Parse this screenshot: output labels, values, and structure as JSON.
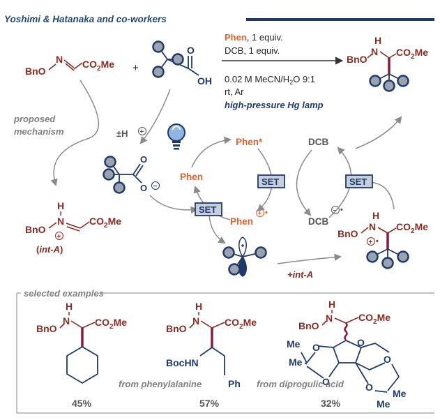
{
  "header": {
    "authors": "Yoshimi & Hatanaka and co-workers"
  },
  "colors": {
    "navy": "#1f3a68",
    "brown": "#8a2b22",
    "orange": "#e0622a",
    "gray_text": "#808080",
    "bond": "#8a1a3a",
    "atom_fill": "#9aa3b2",
    "set_box": "#c7cfdc"
  },
  "reaction": {
    "plus": "+",
    "reactant1": {
      "left": "BnO",
      "n": "N",
      "right": "CO",
      "sub": "2",
      "tail": "Me"
    },
    "reactant2": {
      "o": "O",
      "oh": "OH"
    },
    "conditions": {
      "reagent1_name": "Phen",
      "reagent1_rest": ", 1 equiv.",
      "reagent2": "DCB, 1 equiv.",
      "solvent_pre": "0.02 M MeCN/H",
      "solvent_sub": "2",
      "solvent_post": "O 9:1",
      "temp": "rt, Ar",
      "lamp": "high-pressure Hg lamp"
    },
    "product": {
      "h": "H",
      "n": "N",
      "bno": "BnO",
      "co2": "CO",
      "sub": "2",
      "me": "Me"
    }
  },
  "mechanism": {
    "label_line1": "proposed",
    "label_line2": "mechanism",
    "protonation": "±H",
    "plus_sym": "+",
    "minus_sym": "−",
    "dot": "•",
    "carboxylate_o": "O",
    "phen": "Phen",
    "phen_star": "Phen*",
    "phen_radical": "Phen",
    "dcb": "DCB",
    "dcb_radical": "DCB",
    "set_label": "SET",
    "int_a": {
      "h": "H",
      "n": "N",
      "bno": "BnO",
      "co2": "CO",
      "sub": "2",
      "me": "Me",
      "label": "int-A"
    },
    "addition": "+int-A",
    "radical_intermediate": {
      "h": "H",
      "n": "N",
      "bno": "BnO",
      "co2": "CO",
      "sub": "2",
      "me": "Me"
    }
  },
  "examples": {
    "title": "selected examples",
    "items": [
      {
        "h": "H",
        "n": "N",
        "bno": "BnO",
        "co2": "CO",
        "sub": "2",
        "me": "Me",
        "yield": "45%"
      },
      {
        "h": "H",
        "n": "N",
        "bno": "BnO",
        "co2": "CO",
        "sub": "2",
        "me": "Me",
        "boc": "BocHN",
        "ph": "Ph",
        "source": "from phenylalanine",
        "yield": "57%"
      },
      {
        "h": "H",
        "n": "N",
        "bno": "BnO",
        "co2": "CO",
        "sub": "2",
        "me": "Me",
        "o": "O",
        "me1": "Me",
        "me2": "Me",
        "me3": "Me",
        "me4": "Me",
        "source": "from diprogulic acid",
        "yield": "32%"
      }
    ]
  }
}
